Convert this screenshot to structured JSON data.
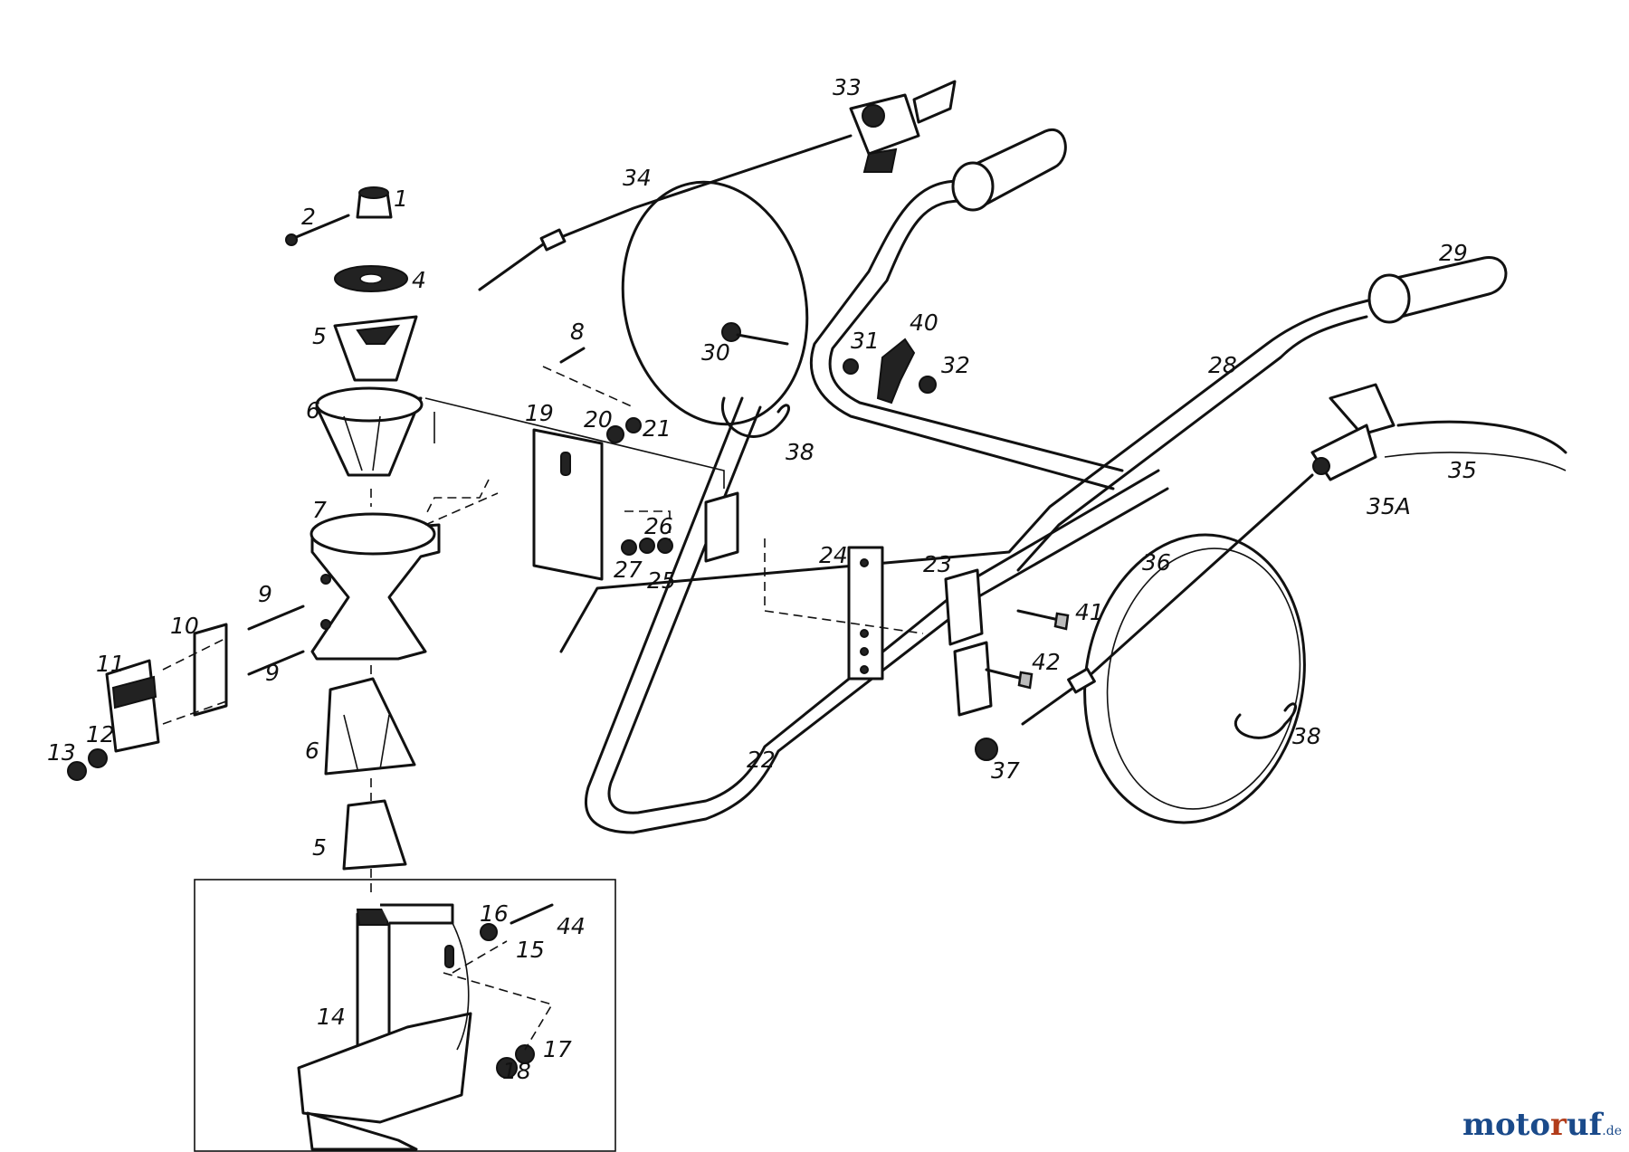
{
  "labels": [
    {
      "id": "1",
      "text": "1"
    },
    {
      "id": "2",
      "text": "2"
    },
    {
      "id": "4",
      "text": "4"
    },
    {
      "id": "5a",
      "text": "5"
    },
    {
      "id": "6a",
      "text": "6"
    },
    {
      "id": "7",
      "text": "7"
    },
    {
      "id": "8",
      "text": "8"
    },
    {
      "id": "9a",
      "text": "9"
    },
    {
      "id": "9b",
      "text": "9"
    },
    {
      "id": "10",
      "text": "10"
    },
    {
      "id": "11",
      "text": "11"
    },
    {
      "id": "12",
      "text": "12"
    },
    {
      "id": "13",
      "text": "13"
    },
    {
      "id": "6b",
      "text": "6"
    },
    {
      "id": "5b",
      "text": "5"
    },
    {
      "id": "14",
      "text": "14"
    },
    {
      "id": "15",
      "text": "15"
    },
    {
      "id": "16",
      "text": "16"
    },
    {
      "id": "17",
      "text": "17"
    },
    {
      "id": "18",
      "text": "18"
    },
    {
      "id": "19",
      "text": "19"
    },
    {
      "id": "20",
      "text": "20"
    },
    {
      "id": "21",
      "text": "21"
    },
    {
      "id": "22",
      "text": "22"
    },
    {
      "id": "23",
      "text": "23"
    },
    {
      "id": "24",
      "text": "24"
    },
    {
      "id": "25",
      "text": "25"
    },
    {
      "id": "26",
      "text": "26"
    },
    {
      "id": "27",
      "text": "27"
    },
    {
      "id": "28",
      "text": "28"
    },
    {
      "id": "29",
      "text": "29"
    },
    {
      "id": "30",
      "text": "30"
    },
    {
      "id": "31",
      "text": "31"
    },
    {
      "id": "32",
      "text": "32"
    },
    {
      "id": "33",
      "text": "33"
    },
    {
      "id": "34",
      "text": "34"
    },
    {
      "id": "35",
      "text": "35"
    },
    {
      "id": "35A",
      "text": "35A"
    },
    {
      "id": "36",
      "text": "36"
    },
    {
      "id": "37",
      "text": "37"
    },
    {
      "id": "38a",
      "text": "38"
    },
    {
      "id": "38b",
      "text": "38"
    },
    {
      "id": "40",
      "text": "40"
    },
    {
      "id": "41",
      "text": "41"
    },
    {
      "id": "42",
      "text": "42"
    },
    {
      "id": "44",
      "text": "44"
    }
  ],
  "watermark": {
    "part1": "moto",
    "part2": "r",
    "part3": "uf",
    "part4": ".de"
  }
}
